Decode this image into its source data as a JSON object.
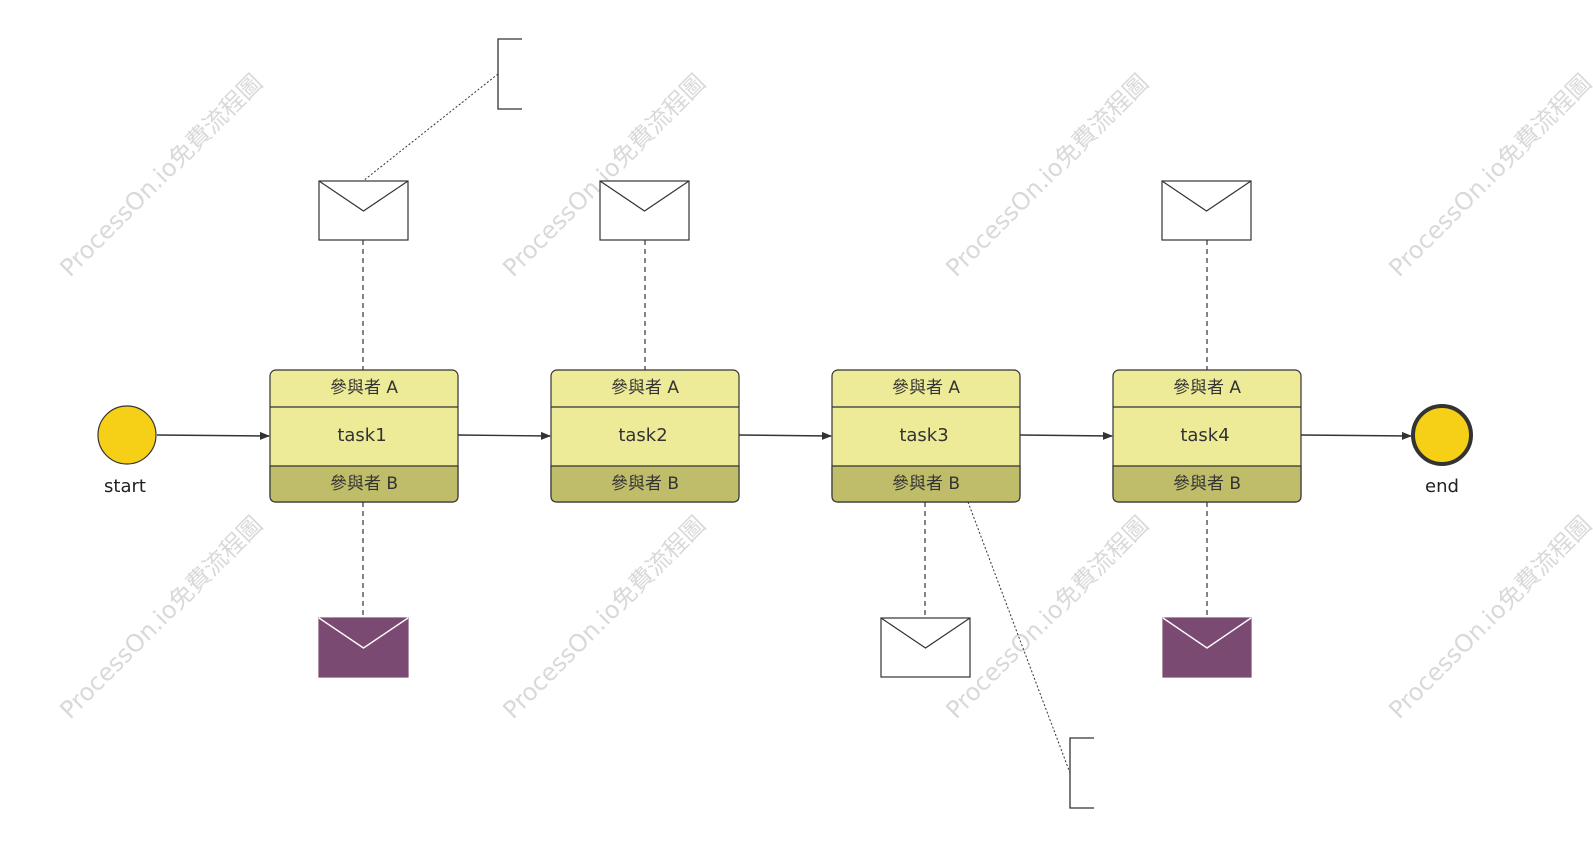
{
  "watermark": "ProcessOn.io免費流程圖",
  "events": {
    "start_label": "start",
    "end_label": "end"
  },
  "tasks": [
    {
      "name": "task1",
      "top_participant": "參與者 A",
      "bottom_participant": "參與者 B"
    },
    {
      "name": "task2",
      "top_participant": "參與者 A",
      "bottom_participant": "參與者 B"
    },
    {
      "name": "task3",
      "top_participant": "參與者 A",
      "bottom_participant": "參與者 B"
    },
    {
      "name": "task4",
      "top_participant": "參與者 A",
      "bottom_participant": "參與者 B"
    }
  ],
  "messages": [
    {
      "attached_to": "task1",
      "side": "top",
      "filled": false
    },
    {
      "attached_to": "task1",
      "side": "bottom",
      "filled": true
    },
    {
      "attached_to": "task2",
      "side": "top",
      "filled": false
    },
    {
      "attached_to": "task3",
      "side": "bottom",
      "filled": false
    },
    {
      "attached_to": "task4",
      "side": "top",
      "filled": false
    },
    {
      "attached_to": "task4",
      "side": "bottom",
      "filled": true
    }
  ],
  "colors": {
    "event_fill": "#f5d016",
    "participant_band": "#eeeb98",
    "participant_band_dark": "#bfbd6a",
    "message_filled": "#7b4a72",
    "stroke": "#333333"
  }
}
